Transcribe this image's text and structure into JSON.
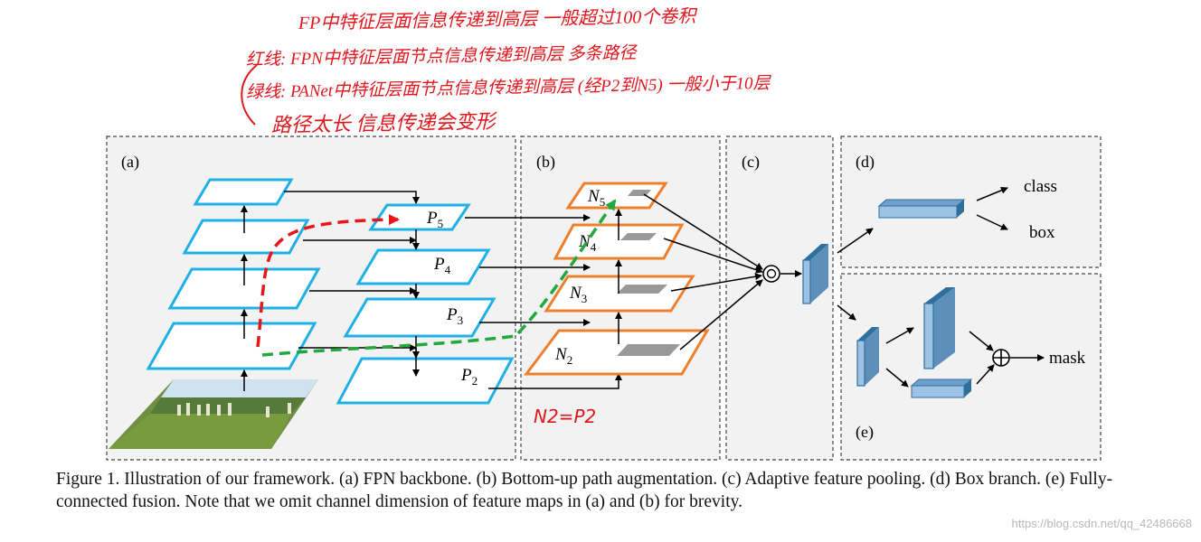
{
  "panels": {
    "a": "(a)",
    "b": "(b)",
    "c": "(c)",
    "d": "(d)",
    "e": "(e)"
  },
  "labels": {
    "p5": "P",
    "p5_sub": "5",
    "p4": "P",
    "p4_sub": "4",
    "p3": "P",
    "p3_sub": "3",
    "p2": "P",
    "p2_sub": "2",
    "n5": "N",
    "n5_sub": "5",
    "n4": "N",
    "n4_sub": "4",
    "n3": "N",
    "n3_sub": "3",
    "n2": "N",
    "n2_sub": "2",
    "class": "class",
    "box": "box",
    "mask": "mask"
  },
  "handwriting": {
    "line1": "FP中特征层面信息传递到高层 一般超过100个卷积",
    "line2": "红线: FPN中特征层面节点信息传递到高层 多条路径",
    "line3": "绿线: PANet中特征层面节点信息传递到高层 (经P2到N5) 一般小于10层",
    "line4": "路径太长 信息传递会变形",
    "n2p2": "N2=P2"
  },
  "colors": {
    "fpn_border": "#1fb1e6",
    "pan_border": "#ee7f2d",
    "red_path": "#e8161b",
    "green_path": "#22a83c",
    "block_fill": "#9cc3e4",
    "block_dark": "#2f6f9e",
    "panel_bg": "#f2f2f2",
    "ink": "#e1151c"
  },
  "caption": "Figure 1. Illustration of our framework. (a) FPN backbone. (b) Bottom-up path augmentation. (c) Adaptive feature pooling. (d) Box branch. (e) Fully-connected fusion. Note that we omit channel dimension of feature maps in (a) and (b) for brevity.",
  "watermark": "https://blog.csdn.net/qq_42486668"
}
